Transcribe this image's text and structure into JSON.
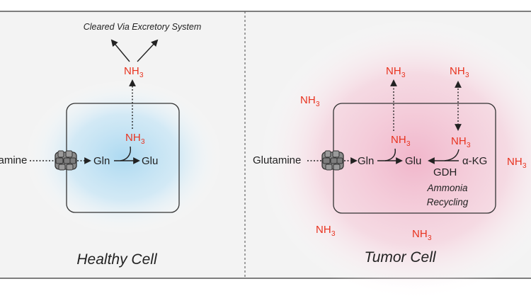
{
  "healthy": {
    "title": "Healthy Cell",
    "excretion_note": "Cleared Via Excretory System",
    "nh3_outside": "NH",
    "nh3_inside": "NH",
    "substrate": "Glutamine",
    "gln": "Gln",
    "glu": "Glu",
    "glow_color": "#bfe1f3"
  },
  "tumor": {
    "title": "Tumor Cell",
    "substrate": "Glutamine",
    "gln": "Gln",
    "glu": "Glu",
    "akg": "α-KG",
    "enzyme": "GDH",
    "recycling_line1": "Ammonia",
    "recycling_line2": "Recycling",
    "nh3_label": "NH",
    "nh3_subscript": "3",
    "glow_color": "#f4c6d6"
  },
  "colors": {
    "nh3": "#e8321e",
    "transporter": "#8c8c8c",
    "border": "#555555"
  }
}
